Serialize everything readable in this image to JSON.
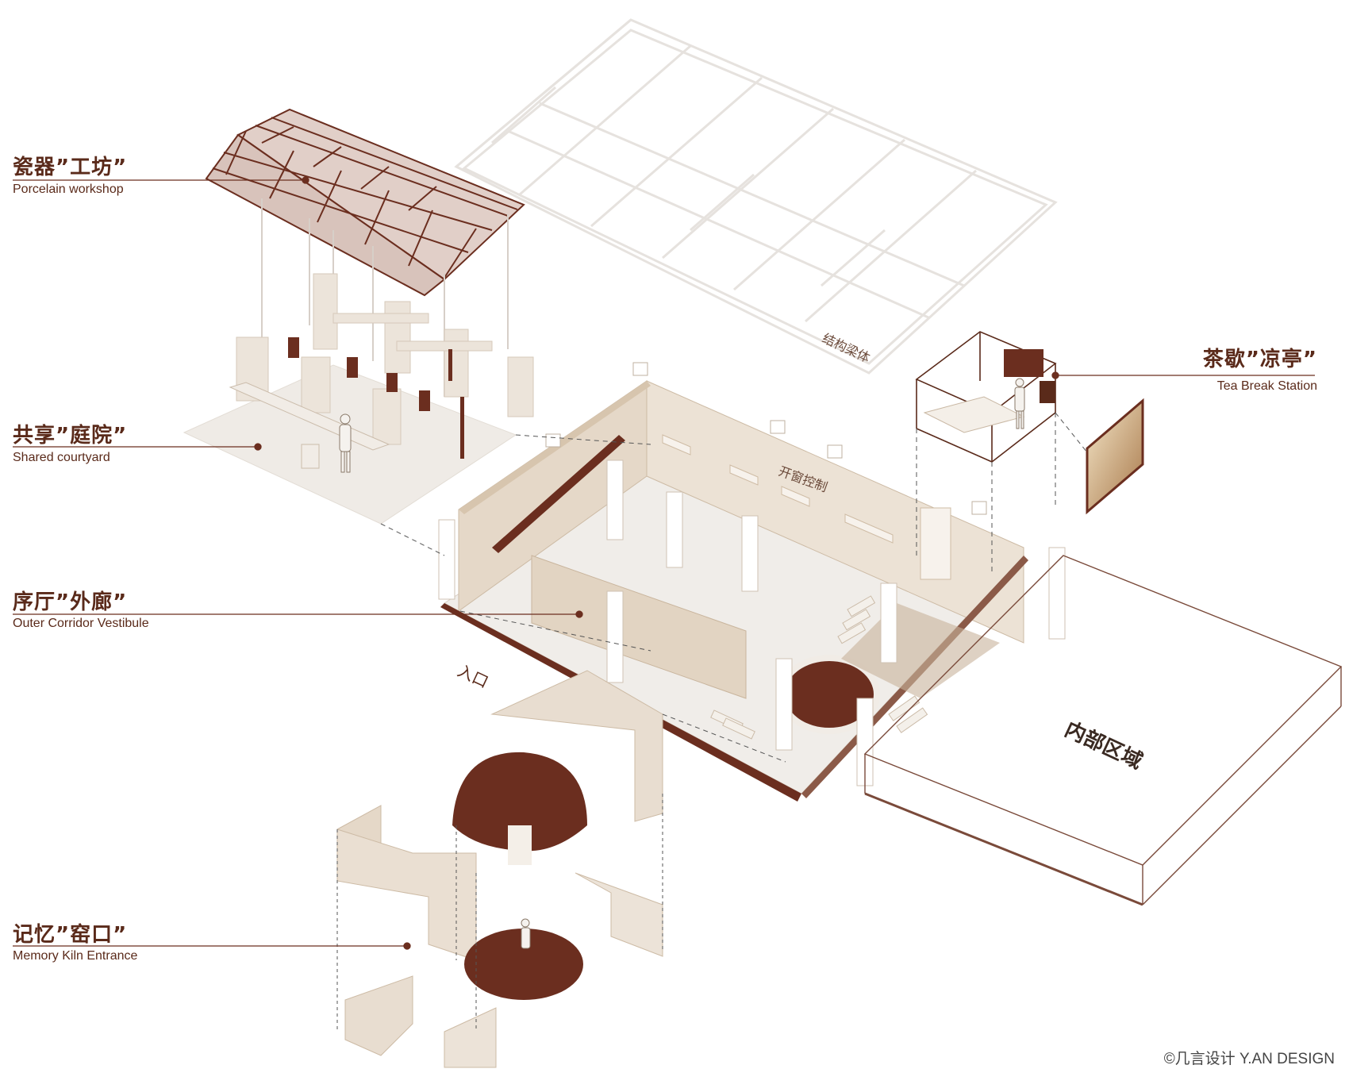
{
  "labels": {
    "porcelain_workshop": {
      "zh": "瓷器”工坊”",
      "en": "Porcelain workshop"
    },
    "shared_courtyard": {
      "zh": "共享”庭院”",
      "en": "Shared courtyard"
    },
    "outer_corridor": {
      "zh": "序厅”外廊”",
      "en": "Outer Corridor Vestibule"
    },
    "memory_kiln": {
      "zh": "记忆”窑口”",
      "en": "Memory Kiln Entrance"
    },
    "tea_break": {
      "zh": "茶歇”凉亭”",
      "en": "Tea Break Station"
    }
  },
  "tags": {
    "beams": "结构梁体",
    "windows": "开窗控制",
    "entrance": "入口",
    "interior": "内部区域"
  },
  "credit": "©几言设计 Y.AN DESIGN",
  "colors": {
    "accent": "#6b2e1f",
    "wall": "#e8ddd0",
    "wall_dark": "#d9c7b1",
    "floor": "#f1eee9",
    "label_text": "#5a2a1a"
  }
}
